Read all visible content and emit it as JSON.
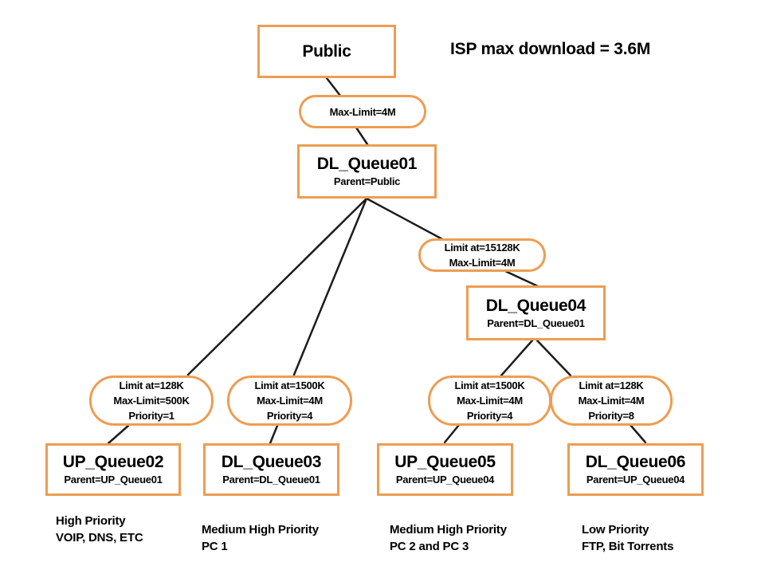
{
  "colors": {
    "accent": "#ED9D52",
    "line": "#1c1c1c",
    "text": "#000000",
    "background": "#ffffff"
  },
  "note": {
    "isp_max_download": "ISP max download = 3.6M"
  },
  "boxes": {
    "public": {
      "title": "Public"
    },
    "dl01": {
      "title": "DL_Queue01",
      "subtitle": "Parent=Public"
    },
    "dl04": {
      "title": "DL_Queue04",
      "subtitle": "Parent=DL_Queue01"
    },
    "up02": {
      "title": "UP_Queue02",
      "subtitle": "Parent=UP_Queue01"
    },
    "dl03": {
      "title": "DL_Queue03",
      "subtitle": "Parent=DL_Queue01"
    },
    "up05": {
      "title": "UP_Queue05",
      "subtitle": "Parent=UP_Queue04"
    },
    "dl06": {
      "title": "DL_Queue06",
      "subtitle": "Parent=UP_Queue04"
    }
  },
  "ellipses": {
    "root_limit": {
      "lines": [
        "Max-Limit=4M"
      ]
    },
    "dl04_limit": {
      "lines": [
        "Limit at=15128K",
        "Max-Limit=4M"
      ]
    },
    "q02_limit": {
      "lines": [
        "Limit at=128K",
        "Max-Limit=500K",
        "Priority=1"
      ]
    },
    "q03_limit": {
      "lines": [
        "Limit at=1500K",
        "Max-Limit=4M",
        "Priority=4"
      ]
    },
    "q05_limit": {
      "lines": [
        "Limit at=1500K",
        "Max-Limit=4M",
        "Priority=4"
      ]
    },
    "q06_limit": {
      "lines": [
        "Limit at=128K",
        "Max-Limit=4M",
        "Priority=8"
      ]
    }
  },
  "captions": {
    "c1": {
      "line1": "High Priority",
      "line2": "VOIP, DNS, ETC"
    },
    "c2": {
      "line1": "Medium High Priority",
      "line2": "PC 1"
    },
    "c3": {
      "line1": "Medium High Priority",
      "line2": "PC 2 and PC 3"
    },
    "c4": {
      "line1": "Low Priority",
      "line2": "FTP, Bit Torrents"
    }
  },
  "edges": [
    {
      "from": "public",
      "to": "root_limit"
    },
    {
      "from": "root_limit",
      "to": "dl01"
    },
    {
      "from": "dl01",
      "to": "q02_limit"
    },
    {
      "from": "dl01",
      "to": "q03_limit"
    },
    {
      "from": "dl01",
      "to": "dl04_limit"
    },
    {
      "from": "dl04_limit",
      "to": "dl04"
    },
    {
      "from": "dl04",
      "to": "q05_limit"
    },
    {
      "from": "dl04",
      "to": "q06_limit"
    },
    {
      "from": "q02_limit",
      "to": "up02"
    },
    {
      "from": "q03_limit",
      "to": "dl03"
    },
    {
      "from": "q05_limit",
      "to": "up05"
    },
    {
      "from": "q06_limit",
      "to": "dl06"
    }
  ]
}
